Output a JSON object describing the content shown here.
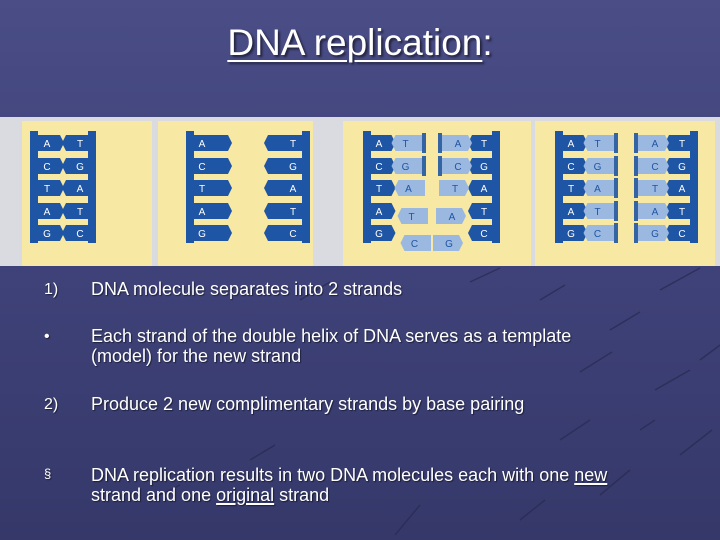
{
  "title": {
    "main": "DNA replication",
    "colon": ":"
  },
  "diagram": {
    "panels": [
      {
        "label": "double-helix",
        "pairs": [
          [
            "A",
            "T"
          ],
          [
            "C",
            "G"
          ],
          [
            "T",
            "A"
          ],
          [
            "A",
            "T"
          ],
          [
            "G",
            "C"
          ]
        ]
      },
      {
        "label": "separated-strands",
        "pairs": [
          [
            "A",
            "T"
          ],
          [
            "C",
            "G"
          ],
          [
            "T",
            "A"
          ],
          [
            "A",
            "T"
          ],
          [
            "G",
            "C"
          ]
        ]
      },
      {
        "label": "pairing-in-progress",
        "left": {
          "strand": [
            "A",
            "C",
            "T",
            "A",
            "G"
          ],
          "new": [
            "T",
            "G",
            "A",
            "T",
            "C"
          ]
        },
        "right": {
          "new": [
            "A",
            "C",
            "T",
            "A",
            "G"
          ],
          "strand": [
            "T",
            "G",
            "A",
            "T",
            "C"
          ]
        }
      },
      {
        "label": "two-molecules",
        "left": {
          "strand": [
            "A",
            "C",
            "T",
            "A",
            "G"
          ],
          "new": [
            "T",
            "G",
            "A",
            "T",
            "C"
          ]
        },
        "right": {
          "new": [
            "A",
            "C",
            "T",
            "A",
            "G"
          ],
          "strand": [
            "T",
            "G",
            "A",
            "T",
            "C"
          ]
        }
      }
    ],
    "colors": {
      "backbone": "#1f55a5",
      "new_base": "#9ab8e0",
      "panel_bg": "#f7e9a3",
      "letter_on_backbone": "#ffffff",
      "letter_new": "#1f55a5"
    }
  },
  "bullets": [
    {
      "marker": "1)",
      "text": "DNA molecule separates into 2 strands"
    },
    {
      "marker": "•",
      "line1": "Each strand of the double helix of DNA serves as a template",
      "line2": "(model) for the new strand"
    },
    {
      "marker": "2)",
      "text": "Produce 2 new complimentary strands by base pairing"
    },
    {
      "marker": "§",
      "l1a": "DNA replication results in two DNA molecules each with one ",
      "l1b": "new",
      "l2a": "strand and one ",
      "l2b": "original",
      "l2c": " strand"
    }
  ]
}
